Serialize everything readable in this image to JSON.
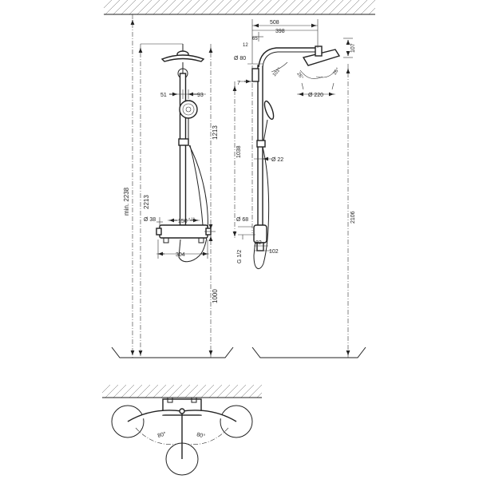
{
  "side_view_left": {
    "dims": {
      "min_2238": "min. 2238",
      "d2213": "2213",
      "d1213": "1213",
      "d1000": "1000",
      "d51": "51",
      "d93": "93",
      "d38": "Ø 38",
      "d150": "150",
      "d150_tol": "± 12",
      "d304": "304"
    }
  },
  "side_view_right": {
    "dims": {
      "d508": "508",
      "d398": "398",
      "d65": "65",
      "d12": "12",
      "d107": "107",
      "d80": "Ø 80",
      "d7": "7",
      "d101": "101°",
      "d26a": "26°",
      "d26b": "26°",
      "d220": "Ø 220",
      "d1038": "1038",
      "d22": "Ø 22",
      "d2106": "2106",
      "d68": "Ø 68",
      "g12": "G 1/2",
      "d82": "82",
      "d102": "102"
    }
  },
  "plan_view": {
    "dims": {
      "a80_left": "80°",
      "a80_right": "80°"
    }
  }
}
